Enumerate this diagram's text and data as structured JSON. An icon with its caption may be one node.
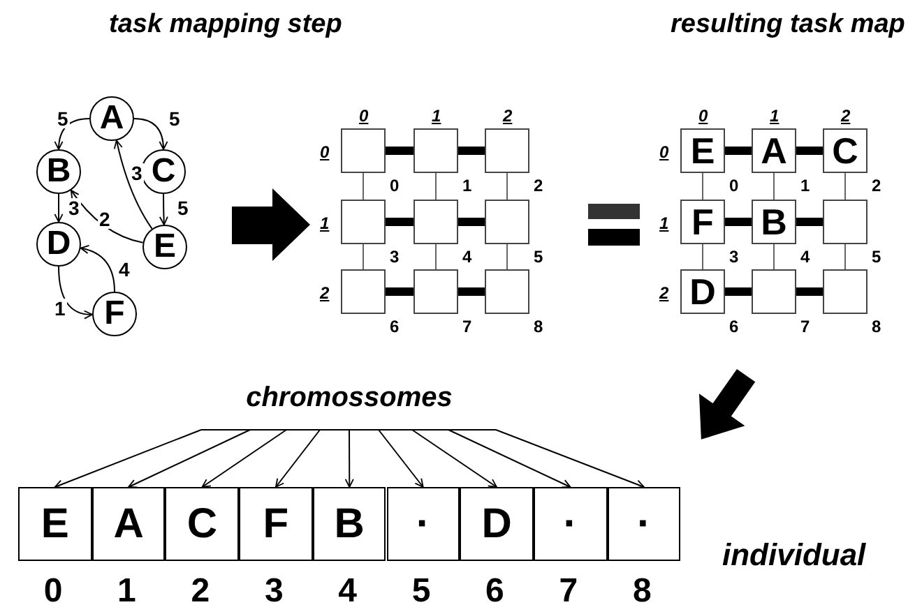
{
  "diagram": {
    "nodes": [
      {
        "text": [
          "A"
        ]
      },
      {
        "text": [
          "B"
        ]
      },
      {
        "text": [
          "C"
        ]
      },
      {
        "text": [
          "D"
        ]
      },
      {
        "text": [
          "E"
        ]
      },
      {
        "text": [
          "F"
        ]
      },
      {
        "text": [],
        "shape": "box",
        "beside": [
          "0"
        ]
      },
      {
        "text": [],
        "shape": "box",
        "beside": [
          "1"
        ]
      },
      {
        "text": [],
        "shape": "box",
        "beside": [
          "2"
        ]
      },
      {
        "text": [],
        "shape": "box",
        "beside": [
          "3"
        ]
      },
      {
        "text": [],
        "shape": "box",
        "beside": [
          "4"
        ]
      },
      {
        "text": [],
        "shape": "box",
        "beside": [
          "5"
        ]
      },
      {
        "text": [],
        "shape": "box",
        "beside": [
          "6"
        ]
      },
      {
        "text": [],
        "shape": "box",
        "beside": [
          "7"
        ]
      },
      {
        "text": [],
        "shape": "box",
        "beside": [
          "8"
        ]
      },
      {
        "text": [
          "E"
        ],
        "beside": [
          "0"
        ]
      },
      {
        "text": [
          "A"
        ],
        "beside": [
          "1"
        ]
      },
      {
        "text": [
          "C"
        ],
        "beside": [
          "2"
        ]
      },
      {
        "text": [
          "F"
        ],
        "beside": [
          "3"
        ]
      },
      {
        "text": [
          "B"
        ],
        "beside": [
          "4"
        ]
      },
      {
        "text": [],
        "shape": "box",
        "beside": [
          "5"
        ]
      },
      {
        "text": [
          "D"
        ],
        "beside": [
          "6"
        ]
      },
      {
        "text": [],
        "shape": "box",
        "beside": [
          "7"
        ]
      },
      {
        "text": [],
        "shape": "box",
        "beside": [
          "8"
        ]
      },
      {
        "text": [
          "chromossomes"
        ]
      },
      {
        "text": [
          "E"
        ],
        "beside": [
          "0"
        ]
      },
      {
        "text": [
          "A"
        ],
        "beside": [
          "1"
        ]
      },
      {
        "text": [
          "C"
        ],
        "beside": [
          "2"
        ]
      },
      {
        "text": [
          "F"
        ],
        "beside": [
          "3"
        ]
      },
      {
        "text": [
          "B"
        ],
        "beside": [
          "4"
        ]
      },
      {
        "text": [
          "·"
        ],
        "beside": [
          "5"
        ]
      },
      {
        "text": [
          "D"
        ],
        "beside": [
          "6"
        ]
      },
      {
        "text": [
          "·"
        ],
        "beside": [
          "7"
        ]
      },
      {
        "text": [
          "·"
        ],
        "beside": [
          "8"
        ]
      }
    ],
    "edges": [
      {
        "from": 0,
        "to": 1,
        "arrow": "to",
        "label": "5"
      },
      {
        "from": 0,
        "to": 2,
        "arrow": "to",
        "label": "5"
      },
      {
        "from": 4,
        "to": 0,
        "arrow": "to",
        "label": "3"
      },
      {
        "from": 1,
        "to": 3,
        "arrow": "to",
        "label": "3"
      },
      {
        "from": 2,
        "to": 4,
        "arrow": "to",
        "label": "5"
      },
      {
        "from": 4,
        "to": 1,
        "arrow": "to",
        "label": "2"
      },
      {
        "from": 5,
        "to": 3,
        "arrow": "to",
        "label": "4"
      },
      {
        "from": 3,
        "to": 5,
        "arrow": "to",
        "label": "1"
      },
      {
        "from": 6,
        "to": 7,
        "arrow": "none",
        "style": "thick"
      },
      {
        "from": 7,
        "to": 8,
        "arrow": "none",
        "style": "thick"
      },
      {
        "from": 9,
        "to": 10,
        "arrow": "none",
        "style": "thick"
      },
      {
        "from": 10,
        "to": 11,
        "arrow": "none",
        "style": "thick"
      },
      {
        "from": 12,
        "to": 13,
        "arrow": "none",
        "style": "thick"
      },
      {
        "from": 13,
        "to": 14,
        "arrow": "none",
        "style": "thick"
      },
      {
        "from": 6,
        "to": 9,
        "arrow": "none",
        "color": "#666666"
      },
      {
        "from": 7,
        "to": 10,
        "arrow": "none",
        "color": "#666666"
      },
      {
        "from": 8,
        "to": 11,
        "arrow": "none",
        "color": "#666666"
      },
      {
        "from": 9,
        "to": 12,
        "arrow": "none",
        "color": "#666666"
      },
      {
        "from": 10,
        "to": 13,
        "arrow": "none",
        "color": "#666666"
      },
      {
        "from": 11,
        "to": 14,
        "arrow": "none",
        "color": "#666666"
      },
      {
        "from": 15,
        "to": 16,
        "arrow": "none",
        "style": "thick"
      },
      {
        "from": 16,
        "to": 17,
        "arrow": "none",
        "style": "thick"
      },
      {
        "from": 18,
        "to": 19,
        "arrow": "none",
        "style": "thick"
      },
      {
        "from": 19,
        "to": 20,
        "arrow": "none",
        "style": "thick"
      },
      {
        "from": 21,
        "to": 22,
        "arrow": "none",
        "style": "thick"
      },
      {
        "from": 22,
        "to": 23,
        "arrow": "none",
        "style": "thick"
      },
      {
        "from": 15,
        "to": 18,
        "arrow": "none",
        "color": "#666666"
      },
      {
        "from": 16,
        "to": 19,
        "arrow": "none",
        "color": "#666666"
      },
      {
        "from": 17,
        "to": 20,
        "arrow": "none",
        "color": "#666666"
      },
      {
        "from": 18,
        "to": 21,
        "arrow": "none",
        "color": "#666666"
      },
      {
        "from": 19,
        "to": 22,
        "arrow": "none",
        "color": "#666666"
      },
      {
        "from": 20,
        "to": 23,
        "arrow": "none",
        "color": "#666666"
      },
      {
        "from": 24,
        "to": 25,
        "arrow": "to"
      },
      {
        "from": 24,
        "to": 26,
        "arrow": "to"
      },
      {
        "from": 24,
        "to": 27,
        "arrow": "to"
      },
      {
        "from": 24,
        "to": 28,
        "arrow": "to"
      },
      {
        "from": 24,
        "to": 29,
        "arrow": "to"
      },
      {
        "from": 24,
        "to": 30,
        "arrow": "to"
      },
      {
        "from": 24,
        "to": 31,
        "arrow": "to"
      },
      {
        "from": 24,
        "to": 32,
        "arrow": "to"
      },
      {
        "from": 24,
        "to": 33,
        "arrow": "to"
      }
    ],
    "labels": [
      "task mapping step",
      "resulting task map",
      "0",
      "1",
      "2",
      "0",
      "1",
      "2",
      "0",
      "1",
      "2",
      "0",
      "1",
      "2",
      "individual"
    ]
  }
}
